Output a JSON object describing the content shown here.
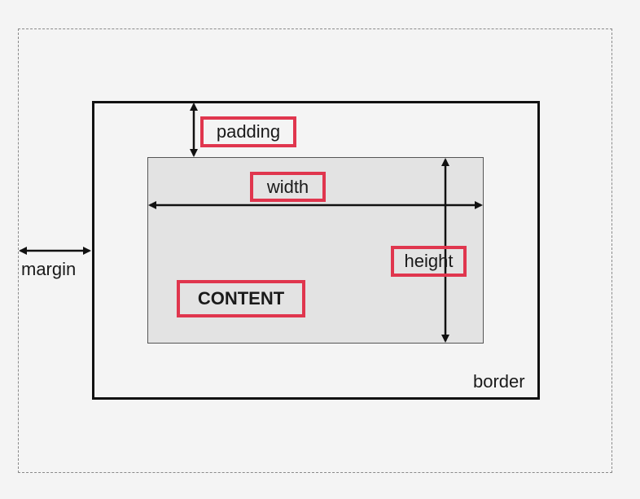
{
  "labels": {
    "padding": "padding",
    "width": "width",
    "height": "height",
    "content": "CONTENT",
    "margin": "margin",
    "border": "border"
  },
  "colors": {
    "highlight": "#e0364e",
    "background": "#f4f4f4",
    "content_fill": "#e3e3e3",
    "border": "#111111",
    "margin_dashed": "#8a8a8a"
  }
}
